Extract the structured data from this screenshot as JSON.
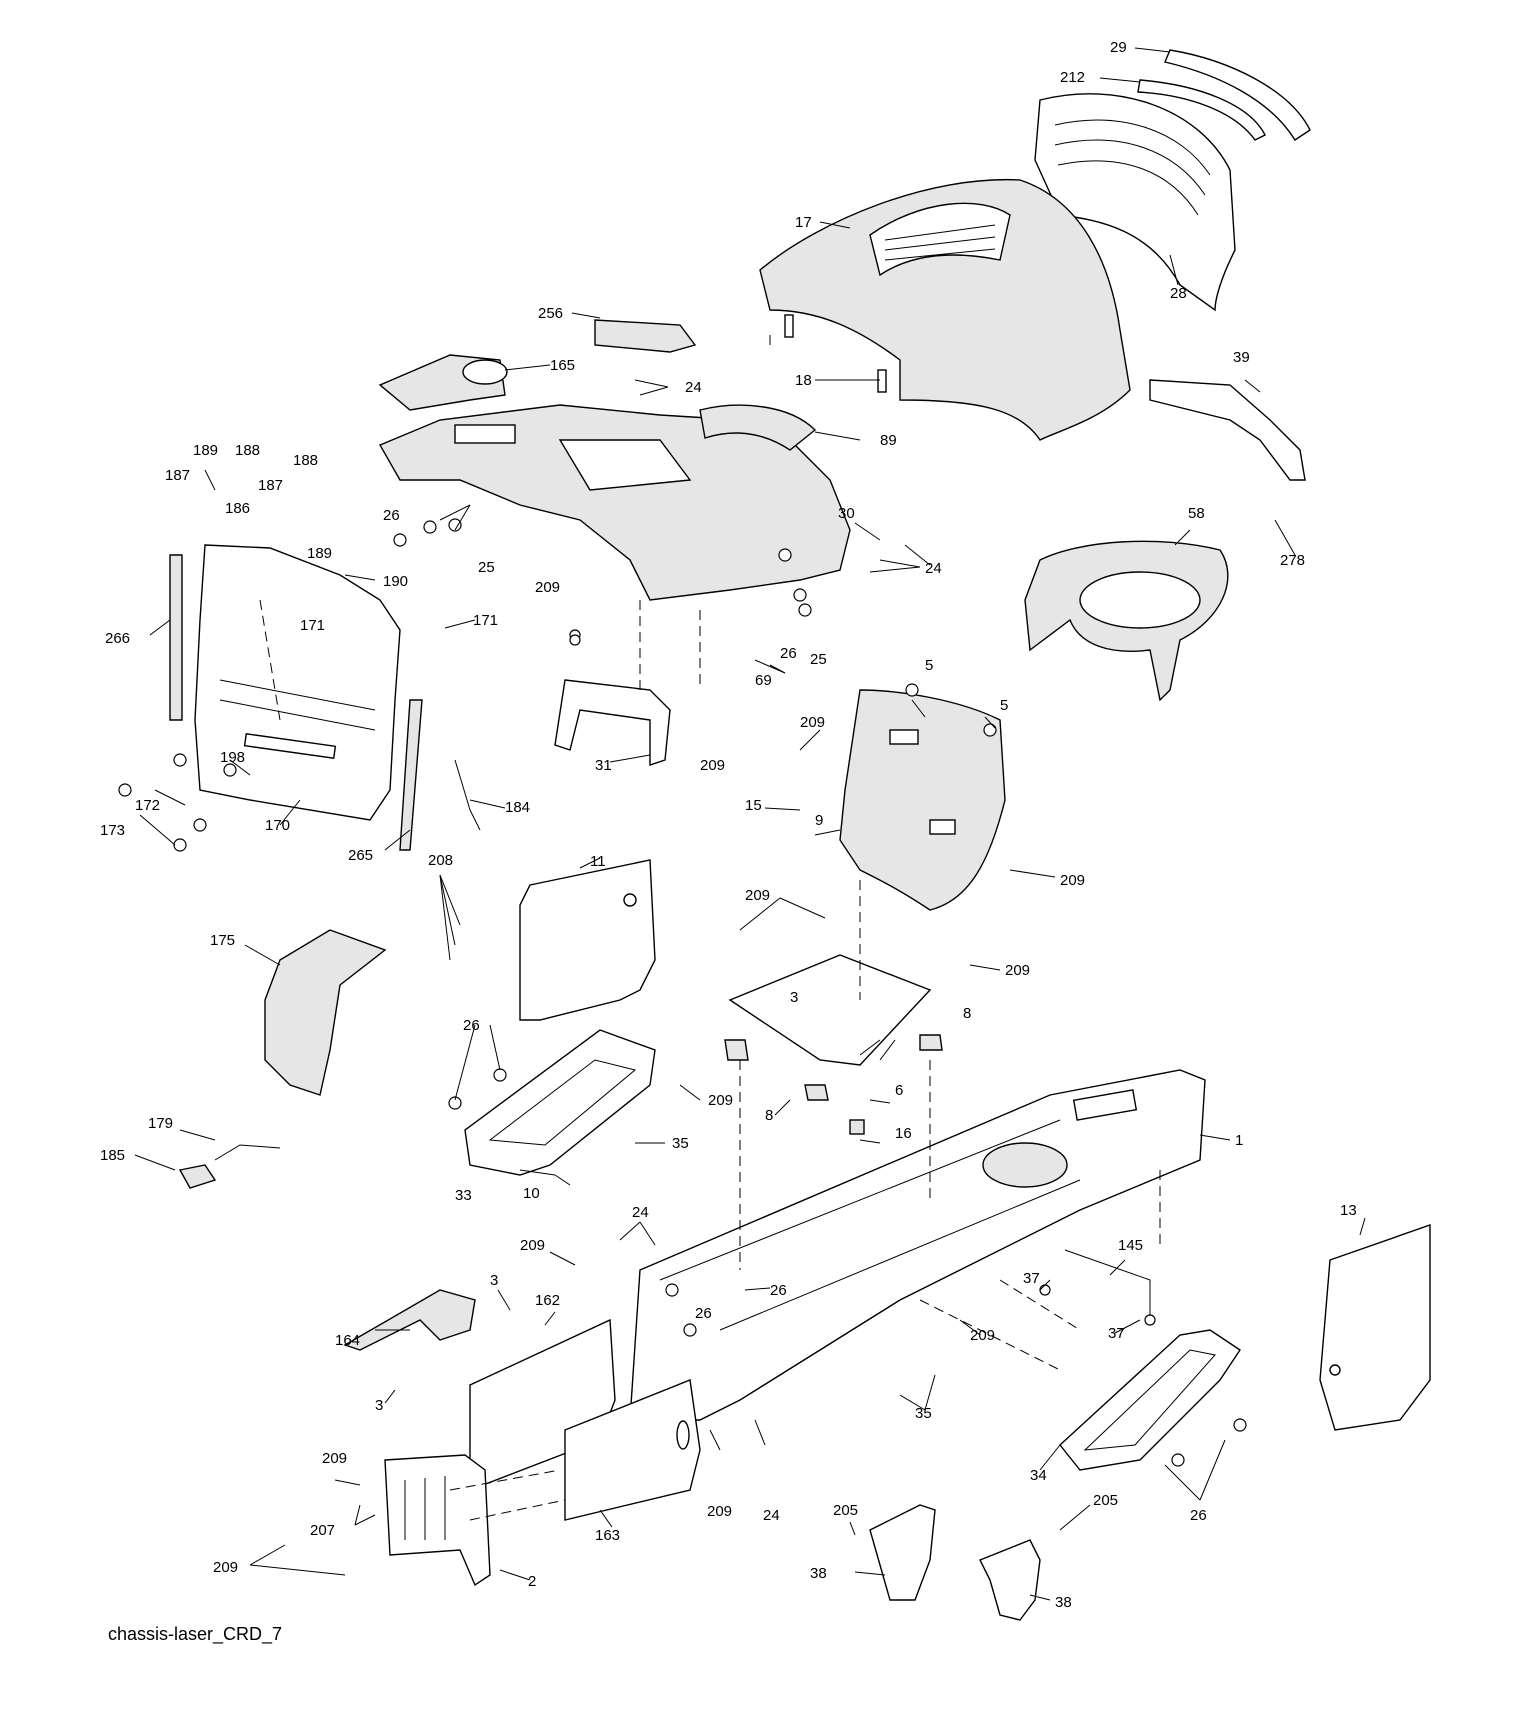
{
  "diagram": {
    "caption": "chassis-laser_CRD_7",
    "labels": [
      "29",
      "212",
      "17",
      "28",
      "256",
      "165",
      "18",
      "24",
      "39",
      "89",
      "189",
      "188",
      "187",
      "188",
      "187",
      "186",
      "189",
      "26",
      "25",
      "30",
      "24",
      "58",
      "278",
      "190",
      "266",
      "171",
      "209",
      "26",
      "25",
      "171",
      "69",
      "5",
      "5",
      "31",
      "209",
      "209",
      "198",
      "172",
      "173",
      "170",
      "265",
      "184",
      "11",
      "15",
      "9",
      "209",
      "208",
      "209",
      "175",
      "209",
      "3",
      "8",
      "6",
      "26",
      "209",
      "8",
      "16",
      "1",
      "179",
      "185",
      "35",
      "33",
      "10",
      "24",
      "209",
      "13",
      "145",
      "3",
      "162",
      "26",
      "26",
      "37",
      "164",
      "37",
      "209",
      "3",
      "35",
      "34",
      "209",
      "209",
      "24",
      "163",
      "26",
      "207",
      "205",
      "205",
      "209",
      "2",
      "38",
      "38"
    ]
  }
}
